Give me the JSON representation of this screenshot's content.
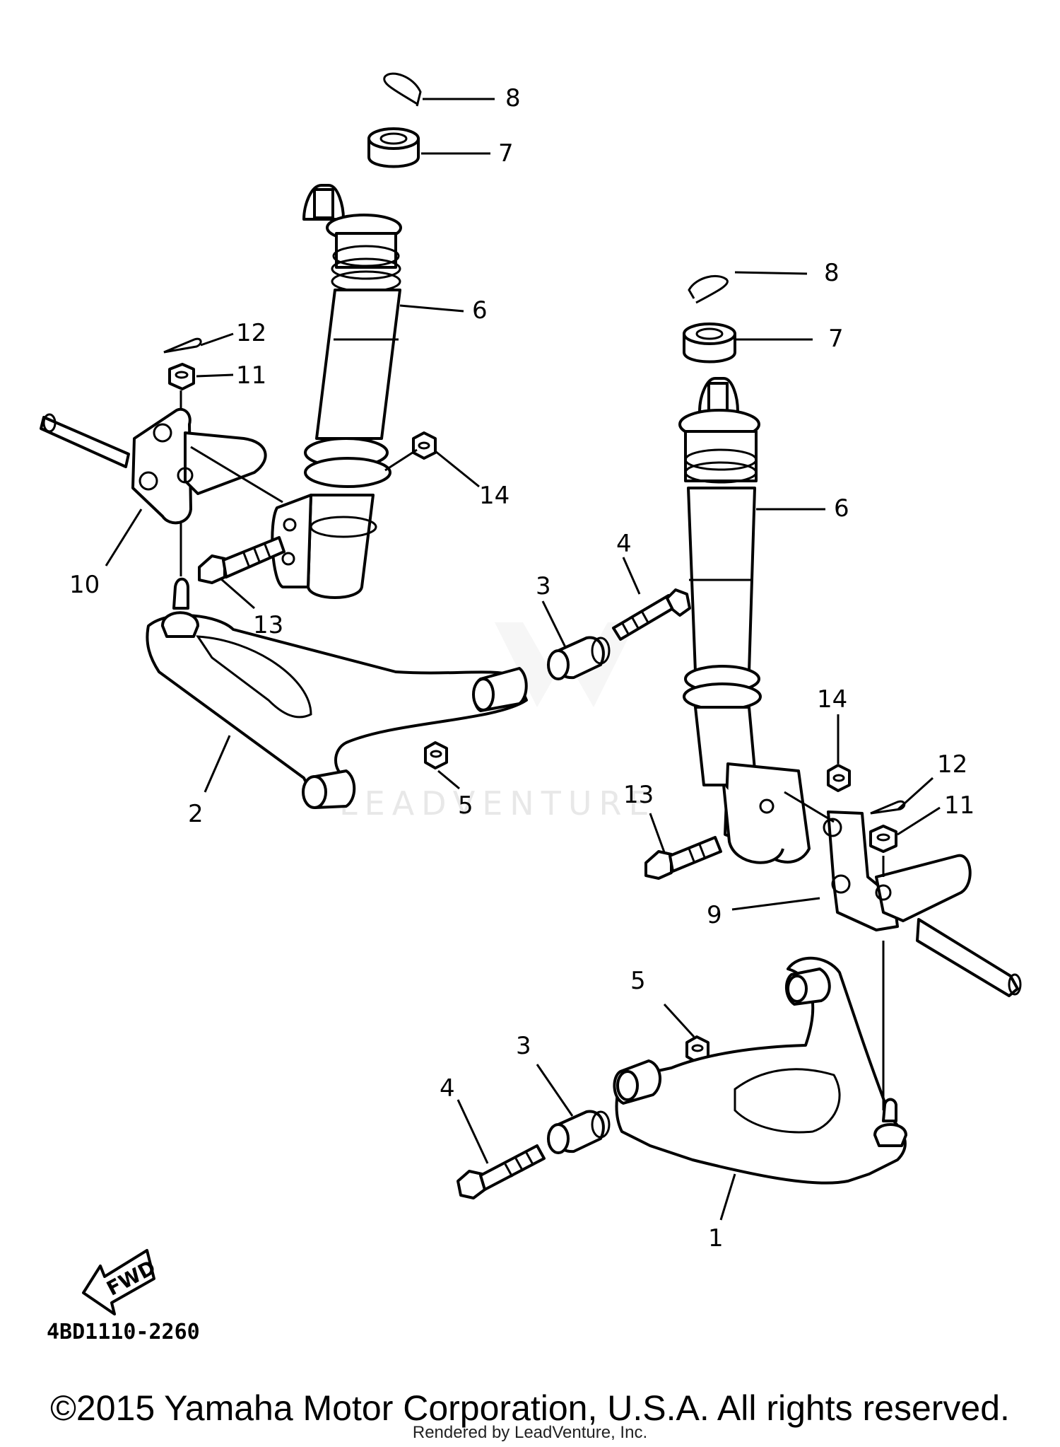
{
  "diagram_code": "4BD1110-2260",
  "fwd_label": "FWD",
  "watermark": "LEADVENTURE",
  "copyright": "©2015 Yamaha Motor Corporation, U.S.A. All rights reserved.",
  "rendered_by": "Rendered by LeadVenture, Inc.",
  "callouts": {
    "c1": "1",
    "c2": "2",
    "c3a": "3",
    "c3b": "3",
    "c4a": "4",
    "c4b": "4",
    "c5a": "5",
    "c5b": "5",
    "c6a": "6",
    "c6b": "6",
    "c7a": "7",
    "c7b": "7",
    "c8a": "8",
    "c8b": "8",
    "c9": "9",
    "c10": "10",
    "c11a": "11",
    "c11b": "11",
    "c12a": "12",
    "c12b": "12",
    "c13a": "13",
    "c13b": "13",
    "c14a": "14",
    "c14b": "14"
  }
}
